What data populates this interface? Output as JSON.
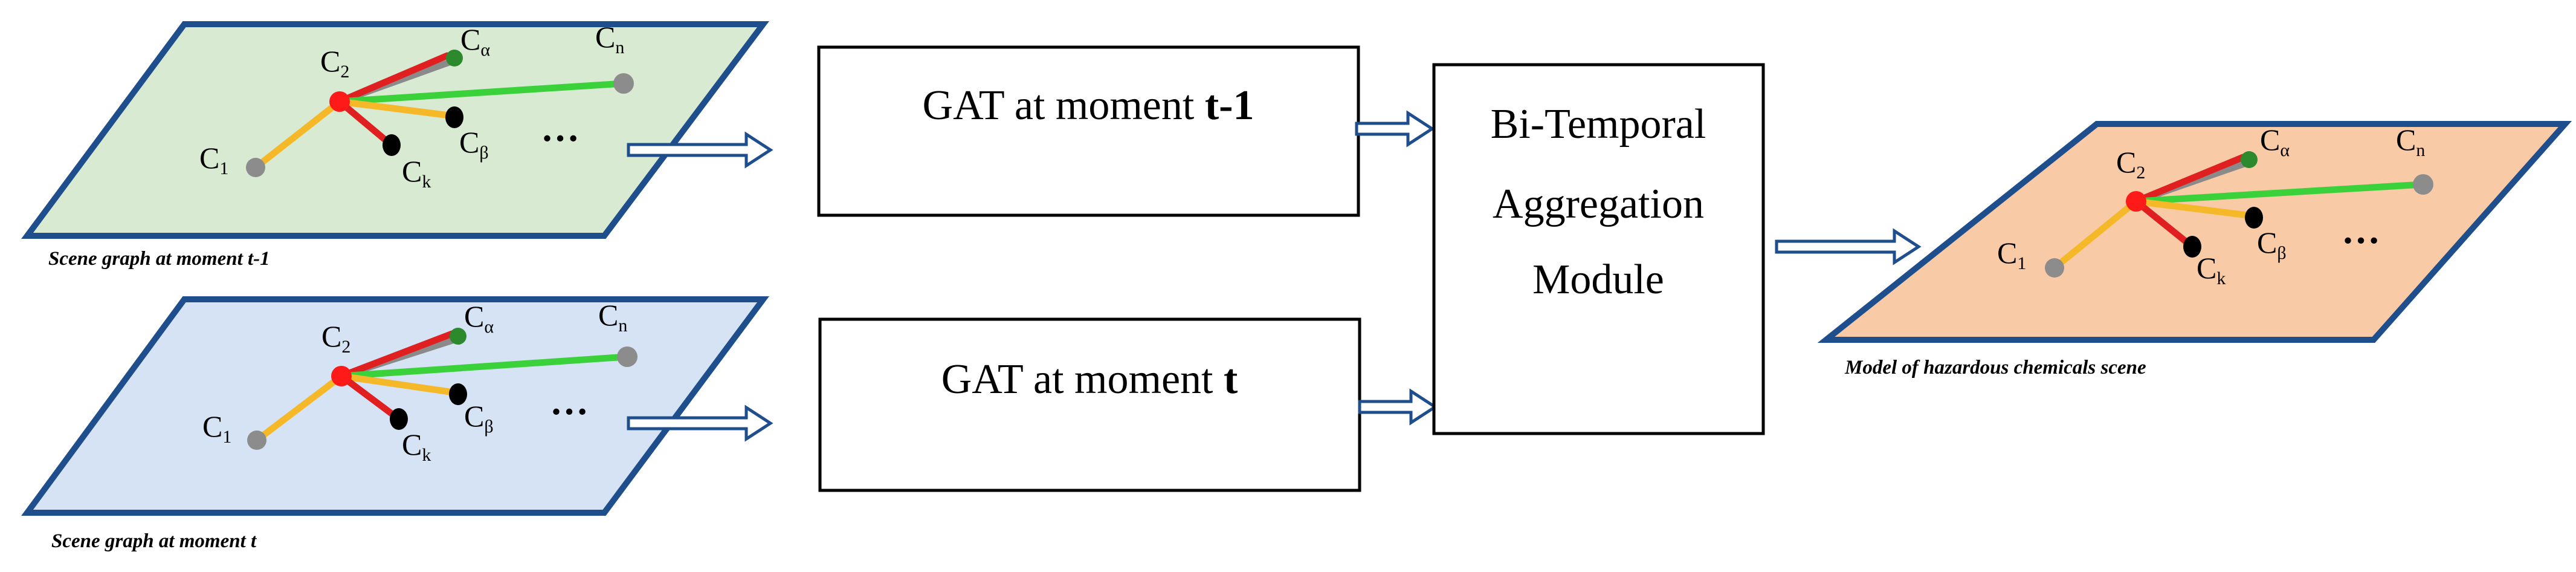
{
  "colors": {
    "panel_border": "#1f4e8c",
    "panel_t_minus_1": "#d9ead3",
    "panel_t": "#d6e3f4",
    "panel_output": "#f8cba6",
    "edge_red": "#e02020",
    "edge_yellow": "#f5b829",
    "edge_green": "#3bd13b",
    "edge_gray": "#8a8a8a",
    "node_gray": "#8c8c8c",
    "node_black": "#000000",
    "node_red": "#ff1a1a",
    "node_green": "#2c8a2c",
    "arrow": "#1f4e8c",
    "box_border": "#000000"
  },
  "scene_graphs": [
    {
      "id": "t-1",
      "caption": "Scene graph at moment t-1",
      "nodes": {
        "c1": {
          "main": "C",
          "sub": "1"
        },
        "c2": {
          "main": "C",
          "sub": "2"
        },
        "ck": {
          "main": "C",
          "sub": "k"
        },
        "ca": {
          "main": "C",
          "sub": "α"
        },
        "cb": {
          "main": "C",
          "sub": "β"
        },
        "cn": {
          "main": "C",
          "sub": "n"
        }
      },
      "ellipsis": "…"
    },
    {
      "id": "t",
      "caption": "Scene graph at moment t",
      "nodes": {
        "c1": {
          "main": "C",
          "sub": "1"
        },
        "c2": {
          "main": "C",
          "sub": "2"
        },
        "ck": {
          "main": "C",
          "sub": "k"
        },
        "ca": {
          "main": "C",
          "sub": "α"
        },
        "cb": {
          "main": "C",
          "sub": "β"
        },
        "cn": {
          "main": "C",
          "sub": "n"
        }
      },
      "ellipsis": "…"
    },
    {
      "id": "output",
      "caption": "Model of hazardous chemicals scene",
      "nodes": {
        "c1": {
          "main": "C",
          "sub": "1"
        },
        "c2": {
          "main": "C",
          "sub": "2"
        },
        "ck": {
          "main": "C",
          "sub": "k"
        },
        "ca": {
          "main": "C",
          "sub": "α"
        },
        "cb": {
          "main": "C",
          "sub": "β"
        },
        "cn": {
          "main": "C",
          "sub": "n"
        }
      },
      "ellipsis": "…"
    }
  ],
  "gat_boxes": [
    {
      "id": "gat-t-minus-1",
      "label_prefix": "GAT at moment ",
      "label_bold": "t-1"
    },
    {
      "id": "gat-t",
      "label_prefix": "GAT at moment ",
      "label_bold": "t"
    }
  ],
  "aggregation": {
    "lines": [
      "Bi-Temporal",
      "Aggregation",
      "Module"
    ]
  }
}
